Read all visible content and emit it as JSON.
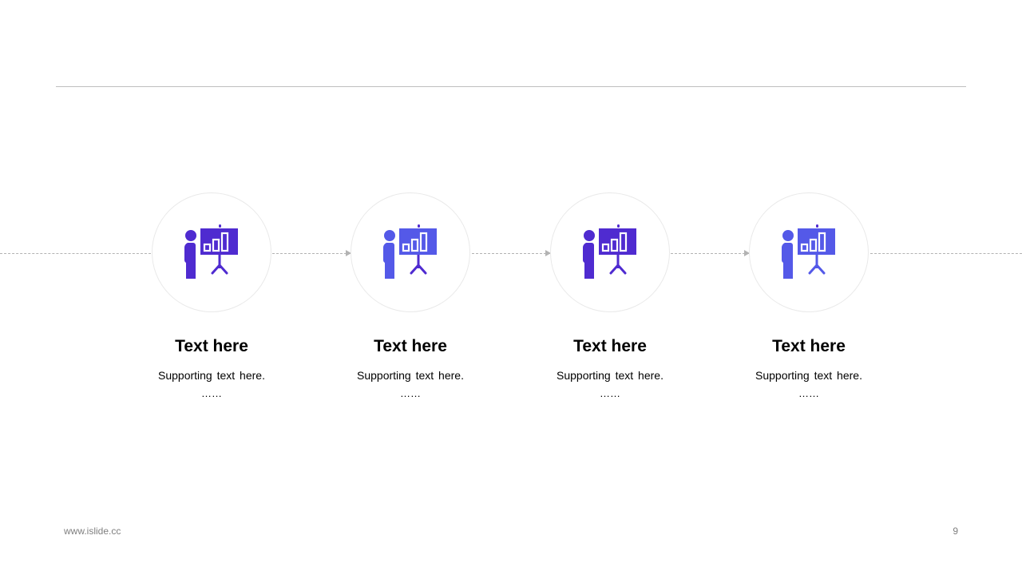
{
  "colors": {
    "icon_primary": "#4f2bd0",
    "icon_secondary": "#5459e8"
  },
  "steps": [
    {
      "icon": "presentation-icon",
      "title": "Text here",
      "desc": "Supporting text here.",
      "more": "……"
    },
    {
      "icon": "presentation-icon",
      "title": "Text here",
      "desc": "Supporting text here.",
      "more": "……"
    },
    {
      "icon": "presentation-icon",
      "title": "Text here",
      "desc": "Supporting text here.",
      "more": "……"
    },
    {
      "icon": "presentation-icon",
      "title": "Text here",
      "desc": "Supporting text here.",
      "more": "……"
    }
  ],
  "footer": {
    "website": "www.islide.cc",
    "page_number": "9"
  }
}
